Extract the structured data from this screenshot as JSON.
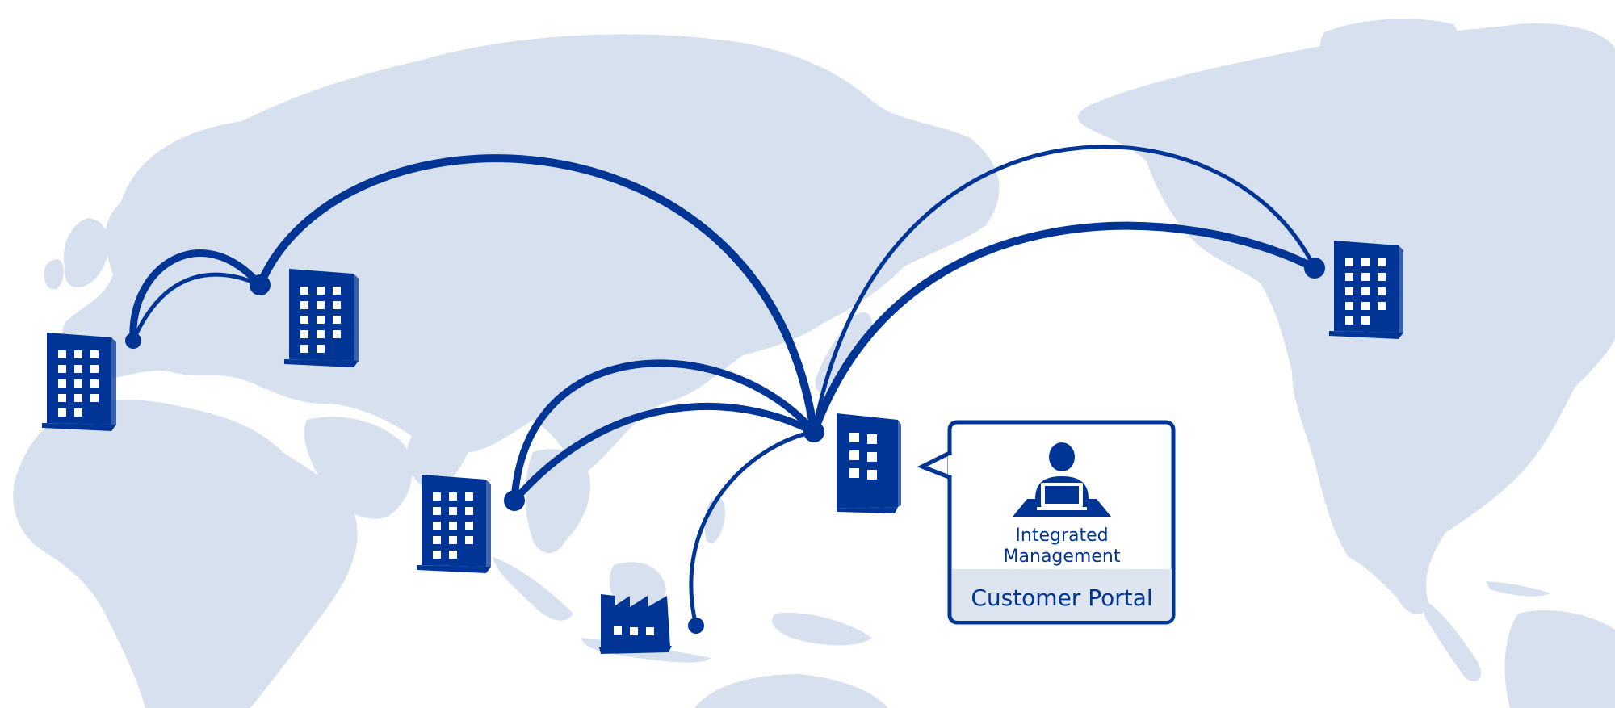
{
  "colors": {
    "background": "#ffffff",
    "land": "#d6e0ee",
    "accent": "#003595",
    "panel_footer": "#dde5f1"
  },
  "nodes": [
    {
      "id": "node-uk",
      "icon": "office-building-icon"
    },
    {
      "id": "node-europe",
      "icon": "office-building-icon"
    },
    {
      "id": "node-india",
      "icon": "office-building-icon"
    },
    {
      "id": "node-indonesia",
      "icon": "factory-icon"
    },
    {
      "id": "node-japan-hub",
      "icon": "office-building-icon"
    },
    {
      "id": "node-north-america",
      "icon": "office-building-icon"
    }
  ],
  "portal": {
    "icon": "person-at-laptop-icon",
    "label_line1": "Integrated",
    "label_line2": "Management",
    "footer_label": "Customer Portal"
  }
}
